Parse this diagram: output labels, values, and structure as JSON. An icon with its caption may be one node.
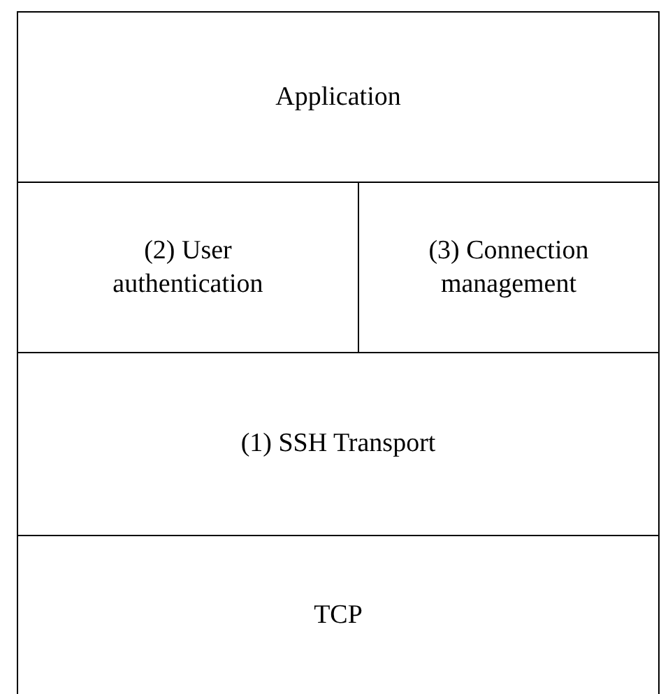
{
  "diagram": {
    "nodes": [
      {
        "text": [
          "Application"
        ]
      },
      {
        "text": [
          "(2) User authentication"
        ]
      },
      {
        "text": [
          "(3) Connection management"
        ]
      },
      {
        "text": [
          "(1) SSH Transport"
        ]
      },
      {
        "text": [
          "TCP"
        ]
      }
    ]
  }
}
